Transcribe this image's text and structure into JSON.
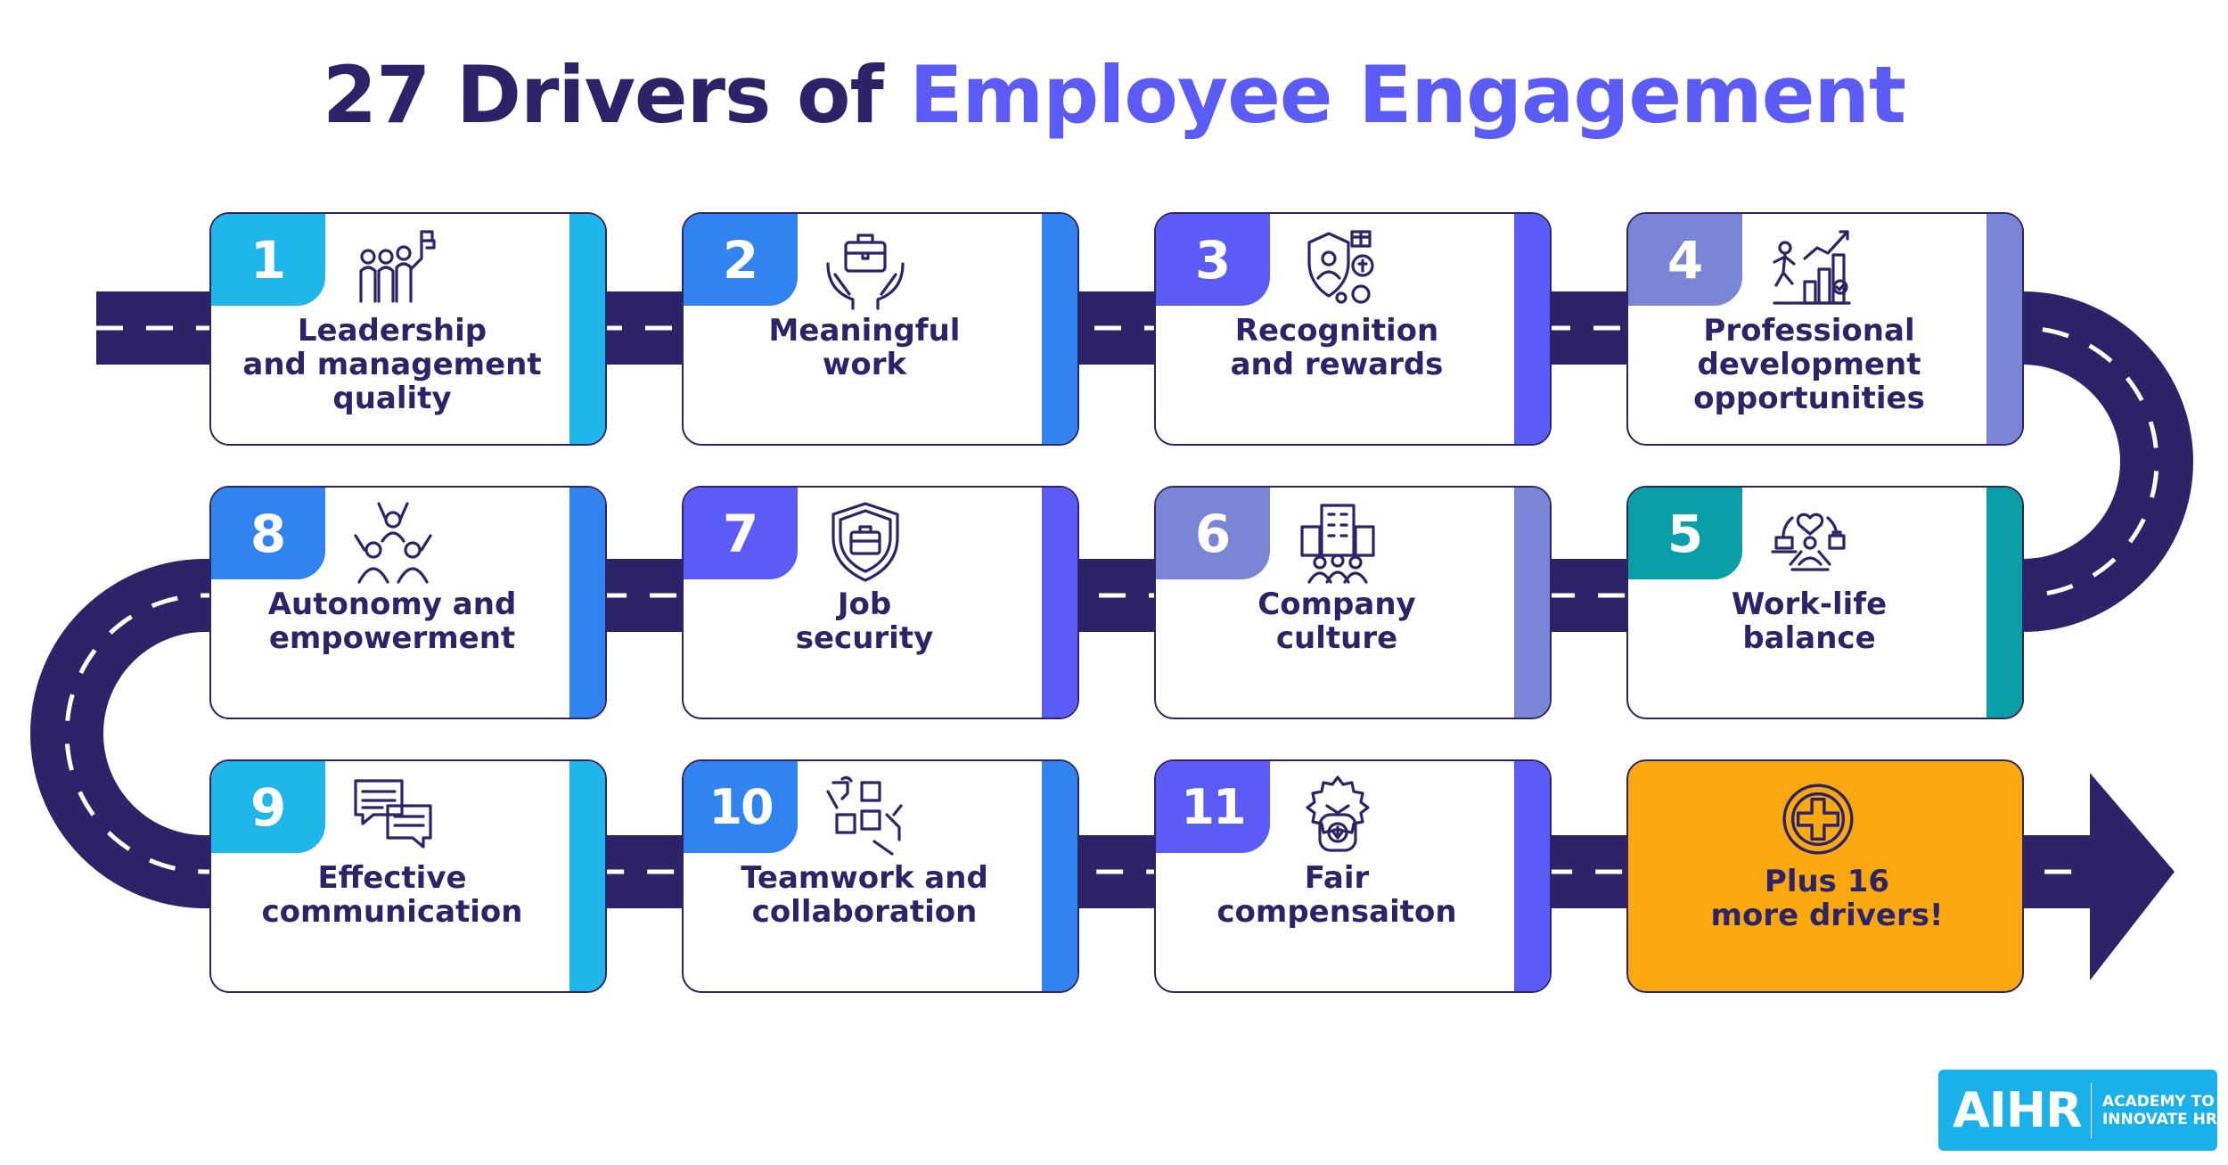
{
  "title": {
    "prefix": "27 Drivers of",
    "accent": "Employee Engagement"
  },
  "colors": {
    "navy": "#2d2368",
    "cyan": "#1fb6ea",
    "blue": "#3183ef",
    "indigo": "#5b5bf7",
    "periwinkle": "#7b85d6",
    "teal": "#0a9ea6",
    "orange": "#fba810",
    "accent_text": "#5b5bf7"
  },
  "drivers": [
    {
      "number": "1",
      "lines": [
        "Leadership",
        "and management",
        "quality"
      ],
      "color": "#1fb6ea",
      "icon": "leadership-team-icon"
    },
    {
      "number": "2",
      "lines": [
        "Meaningful",
        "work"
      ],
      "color": "#3183ef",
      "icon": "briefcase-in-hands-icon"
    },
    {
      "number": "3",
      "lines": [
        "Recognition",
        "and rewards"
      ],
      "color": "#5b5bf7",
      "icon": "reward-shield-icon"
    },
    {
      "number": "4",
      "lines": [
        "Professional",
        "development",
        "opportunities"
      ],
      "color": "#7b85d6",
      "icon": "growth-stairs-icon"
    },
    {
      "number": "5",
      "lines": [
        "Work-life",
        "balance"
      ],
      "color": "#0a9ea6",
      "icon": "meditation-icon"
    },
    {
      "number": "6",
      "lines": [
        "Company",
        "culture"
      ],
      "color": "#7b85d6",
      "icon": "office-people-icon"
    },
    {
      "number": "7",
      "lines": [
        "Job",
        "security"
      ],
      "color": "#5b5bf7",
      "icon": "briefcase-shield-icon"
    },
    {
      "number": "8",
      "lines": [
        "Autonomy and",
        "empowerment"
      ],
      "color": "#3183ef",
      "icon": "cheering-people-icon"
    },
    {
      "number": "9",
      "lines": [
        "Effective",
        "communication"
      ],
      "color": "#1fb6ea",
      "icon": "chat-bubbles-icon"
    },
    {
      "number": "10",
      "lines": [
        "Teamwork and",
        "collaboration"
      ],
      "color": "#3183ef",
      "icon": "puzzle-hands-icon"
    },
    {
      "number": "11",
      "lines": [
        "Fair",
        "compensaiton"
      ],
      "color": "#5b5bf7",
      "icon": "money-gear-icon"
    }
  ],
  "more": {
    "lines": [
      "Plus 16",
      "more drivers!"
    ],
    "color": "#fba810",
    "icon": "plus-circle-icon"
  },
  "logo": {
    "mark": "AIHR",
    "lines": [
      "ACADEMY TO",
      "INNOVATE HR"
    ]
  }
}
